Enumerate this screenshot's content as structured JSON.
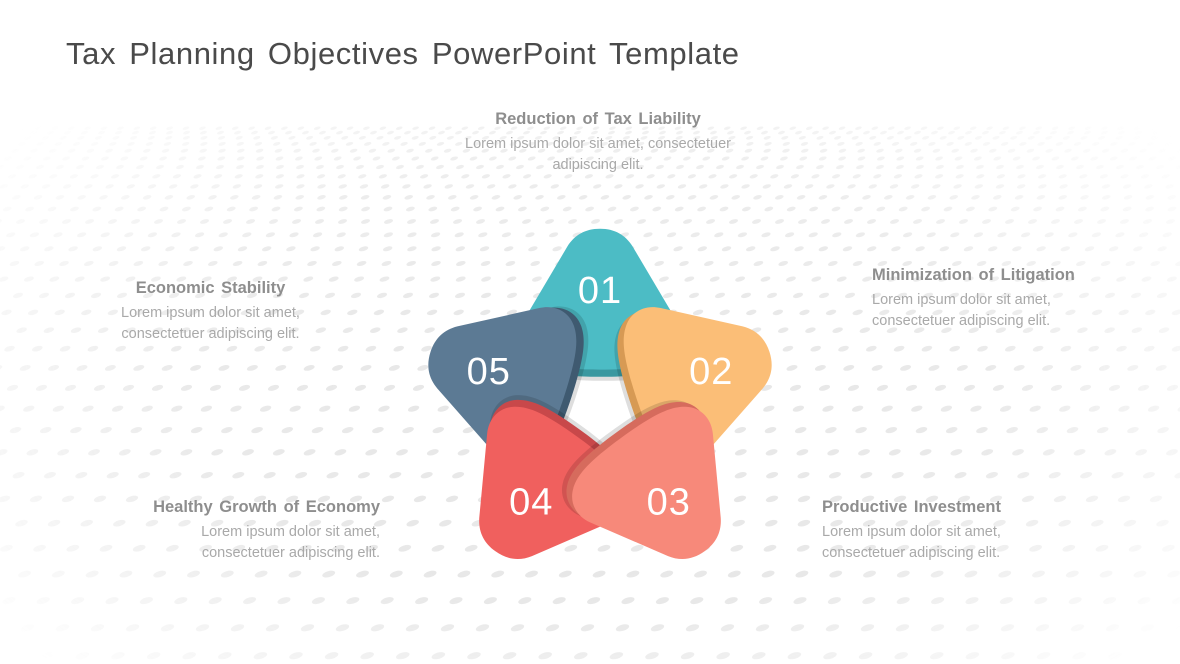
{
  "title": "Tax Planning Objectives PowerPoint Template",
  "colors": {
    "background": "#ffffff",
    "title_text": "#4a4a4a",
    "label_title_text": "#8e8e8e",
    "label_body_text": "#a9a9a9",
    "halftone_dot": "#dddddd",
    "ring_gray": "#b9b9b9",
    "ring_gray_dark": "#9a9a9a",
    "number_text": "#ffffff"
  },
  "diagram": {
    "type": "5-petal-radial-infographic",
    "center_open": true,
    "petals": [
      {
        "number": "01",
        "title": "Reduction of Tax Liability",
        "body": "Lorem ipsum dolor sit amet, consectetuer adipiscing elit.",
        "color": "#4CBCC5",
        "edge_color": "#3a98a0",
        "angle_deg": 0,
        "position": "top"
      },
      {
        "number": "02",
        "title": "Minimization of Litigation",
        "body": "Lorem ipsum dolor sit amet, consectetuer adipiscing elit.",
        "color": "#FBBE77",
        "edge_color": "#d79a54",
        "angle_deg": 72,
        "position": "right"
      },
      {
        "number": "03",
        "title": "Productive Investment",
        "body": "Lorem ipsum dolor sit amet, consectetuer adipiscing elit.",
        "color": "#F7897A",
        "edge_color": "#d66b5d",
        "angle_deg": 144,
        "position": "bottom-right"
      },
      {
        "number": "04",
        "title": "Healthy Growth of Economy",
        "body": "Lorem ipsum dolor sit amet, consectetuer adipiscing elit.",
        "color": "#F0605E",
        "edge_color": "#c8484a",
        "angle_deg": 216,
        "position": "bottom-left"
      },
      {
        "number": "05",
        "title": "Economic Stability",
        "body": "Lorem ipsum dolor sit amet, consectetuer adipiscing elit.",
        "color": "#5C7A94",
        "edge_color": "#3f5a70",
        "angle_deg": 288,
        "position": "left"
      }
    ]
  }
}
